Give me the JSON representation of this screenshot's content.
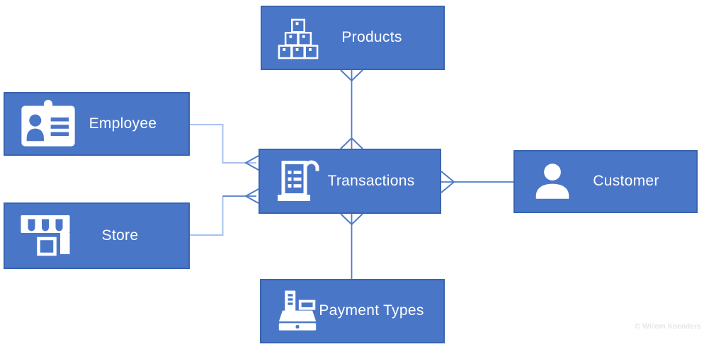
{
  "diagram": {
    "nodes": [
      {
        "id": "products",
        "label": "Products",
        "icon": "product-boxes-icon"
      },
      {
        "id": "employee",
        "label": "Employee",
        "icon": "id-badge-icon"
      },
      {
        "id": "store",
        "label": "Store",
        "icon": "storefront-icon"
      },
      {
        "id": "transactions",
        "label": "Transactions",
        "icon": "receipt-icon"
      },
      {
        "id": "customer",
        "label": "Customer",
        "icon": "person-icon"
      },
      {
        "id": "payment_types",
        "label": "Payment Types",
        "icon": "cash-register-icon"
      }
    ],
    "edges": [
      {
        "from": "products",
        "to": "transactions",
        "style": "open-arrowheads-both-ends"
      },
      {
        "from": "employee",
        "to": "transactions",
        "style": "elbow-open-arrowhead"
      },
      {
        "from": "store",
        "to": "transactions",
        "style": "elbow-open-arrowhead"
      },
      {
        "from": "transactions",
        "to": "customer",
        "style": "open-arrowhead"
      },
      {
        "from": "transactions",
        "to": "payment_types",
        "style": "open-arrowhead"
      }
    ],
    "watermark": "© Willem Koenders",
    "colors": {
      "node_fill": "#4a76c8",
      "node_border": "#3864af",
      "connector": "#4f7bc9",
      "connector_light": "#a9c3ee",
      "label_text": "#ffffff",
      "watermark_text": "#dcdcdc"
    }
  }
}
